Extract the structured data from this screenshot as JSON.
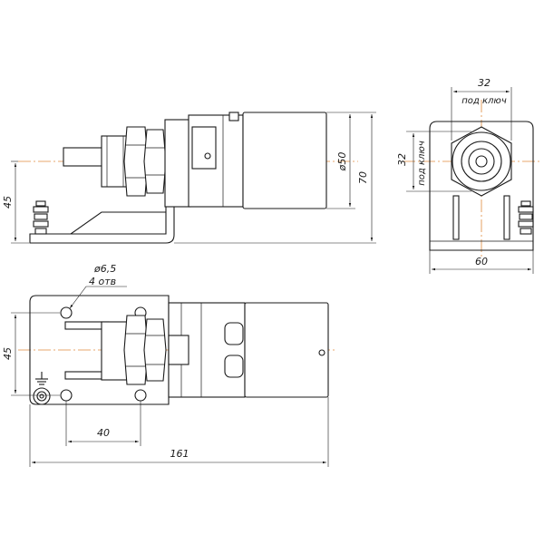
{
  "dimensions": {
    "side_height_overall": "70",
    "side_diameter": "ø50",
    "side_base_height": "45",
    "front_wrench_top": "32",
    "front_wrench_top_note": "под ключ",
    "front_wrench_side": "32",
    "front_wrench_side_note": "под ключ",
    "front_width": "60",
    "plan_hole_diameter": "ø6,5",
    "plan_hole_count": "4 отв",
    "plan_width": "45",
    "plan_hole_spacing": "40",
    "plan_length": "161"
  },
  "colors": {
    "outline": "#1a1a1a",
    "centerline": "#e08a3c"
  },
  "icons": {
    "ground": "ground-symbol-icon",
    "arrow": "dimension-arrow-icon"
  }
}
